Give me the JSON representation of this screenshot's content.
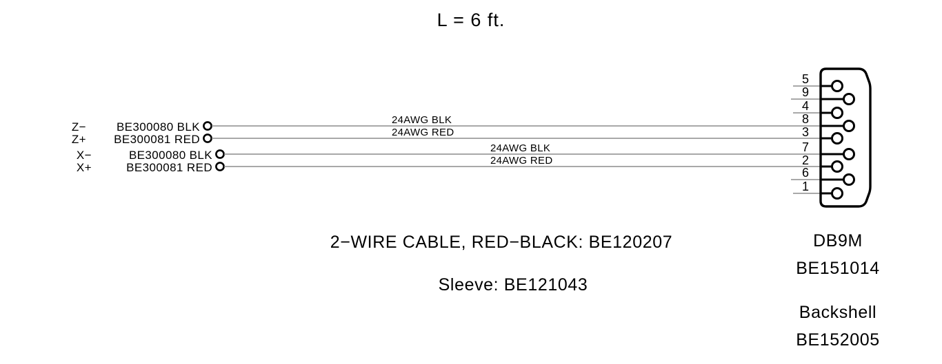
{
  "title": "L = 6 ft.",
  "conductors": [
    {
      "signal": "Z−",
      "part": "BE300080 BLK",
      "wire_label": "24AWG BLK",
      "pin": "8"
    },
    {
      "signal": "Z+",
      "part": "BE300081 RED",
      "wire_label": "24AWG RED",
      "pin": "3"
    },
    {
      "signal": "X−",
      "part": "BE300080 BLK",
      "wire_label": "24AWG BLK",
      "pin": "7"
    },
    {
      "signal": "X+",
      "part": "BE300081 RED",
      "wire_label": "24AWG RED",
      "pin": "2"
    }
  ],
  "connector": {
    "pins": [
      "5",
      "9",
      "4",
      "8",
      "3",
      "7",
      "2",
      "6",
      "1"
    ],
    "type_label": "DB9M",
    "type_part": "BE151014",
    "backshell_label": "Backshell",
    "backshell_part": "BE152005"
  },
  "captions": {
    "cable": "2−WIRE CABLE, RED−BLACK: BE120207",
    "sleeve": "Sleeve: BE121043"
  },
  "colors": {
    "ink": "#000000",
    "wire": "#8c8c8c",
    "background": "#ffffff"
  }
}
